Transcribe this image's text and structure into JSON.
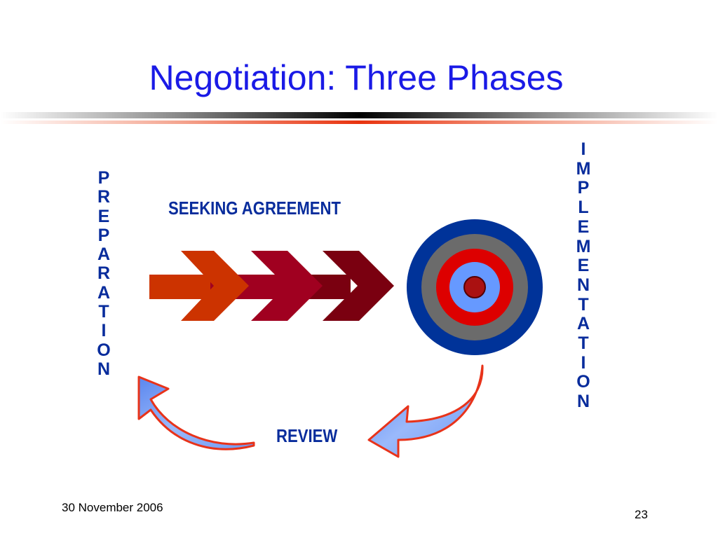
{
  "slide": {
    "title": "Negotiation: Three Phases",
    "left_vertical_text": "P\nR\nE\nP\nA\nR\nA\nT\nI\nO\nN",
    "right_vertical_text": "I\nM\nP\nL\nE\nM\nE\nN\nT\nA\nT\nI\nO\nN",
    "seeking_label": "SEEKING AGREEMENT",
    "review_label": "REVIEW",
    "footer_date": "30 November 2006",
    "page_number": "23"
  },
  "colors": {
    "title": "#1a1ae6",
    "label": "#082c9c",
    "arrow_1": "#cc3300",
    "arrow_2": "#a00020",
    "arrow_3": "#7a0010",
    "target_outer": "#003399",
    "target_gray": "#6b6b6b",
    "target_red": "#dd0000",
    "target_light_blue": "#6699ff",
    "target_center": "#aa1111",
    "curved_arrow_fill": "#7ea4f5",
    "curved_arrow_edge": "#e8331a"
  },
  "icons": {
    "chevron_arrows": "chevron-arrows-icon",
    "target": "target-icon",
    "curved_arrow_right": "curved-arrow-icon",
    "curved_arrow_left": "curved-arrow-icon"
  }
}
